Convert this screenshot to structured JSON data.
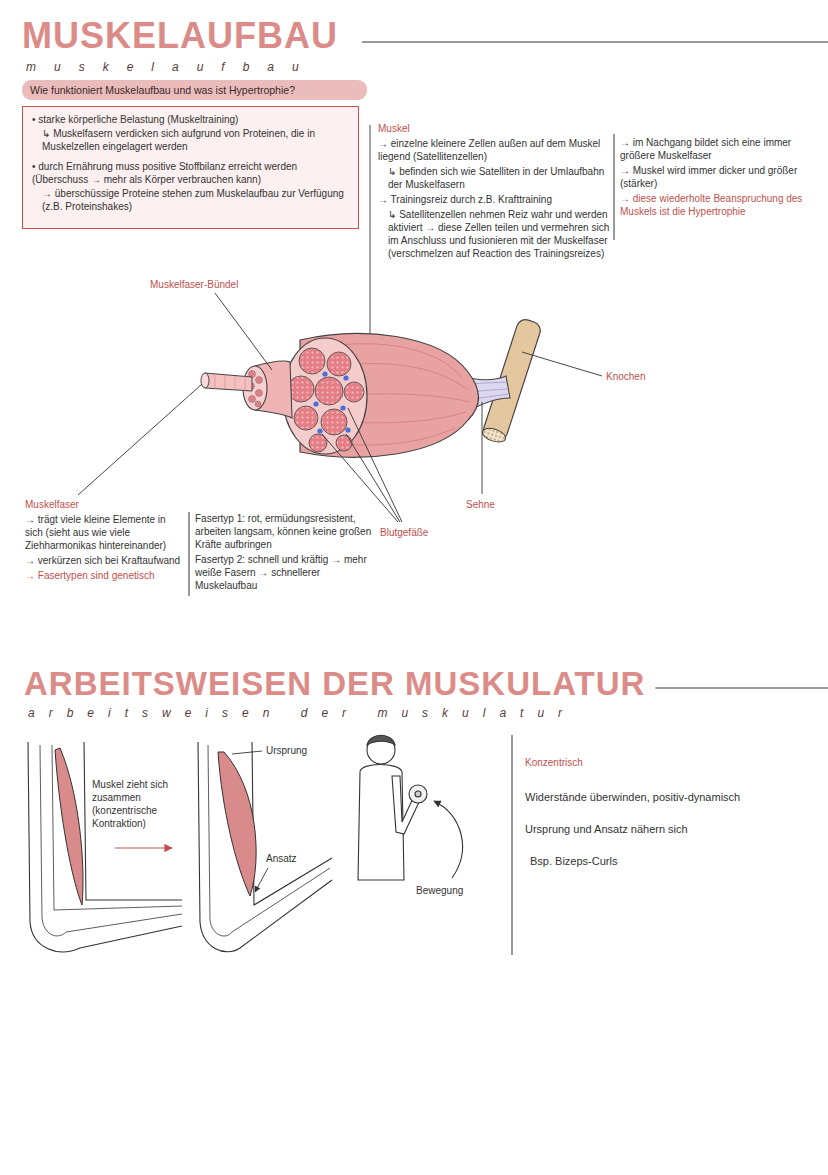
{
  "diagram": {
    "title": "MUSKELAUFBAU",
    "nodes": [
      {
        "text": [
          "Wie funktioniert Muskelaufbau und was ist Hypertrophie?"
        ]
      },
      {
        "text": [
          "• starke körperliche Belastung (Muskeltraining)",
          "↳ Muskelfasern verdicken sich aufgrund von Proteinen, die in Muskelzellen eingelagert werden",
          "• durch Ernährung muss positive Stoffbilanz erreicht werden (Überschuss → mehr als Körper verbrauchen kann)",
          "→ überschüssige Proteine stehen zum Muskelaufbau zur Verfügung (z.B. Proteinshakes)"
        ]
      }
    ],
    "labels": [
      "muskelaufbau",
      "Muskel",
      "→ einzelne kleinere Zellen außen auf dem Muskel liegend (Satellitenzellen)",
      "↳ befinden sich wie Satelliten in der Umlaufbahn der Muskelfasern",
      "→ Trainingsreiz durch z.B. Krafttraining",
      "↳ Satellitenzellen nehmen Reiz wahr und werden aktiviert → diese Zellen teilen und vermehren sich im Anschluss und fusionieren mit der Muskelfaser (verschmelzen auf Reaction des Trainingsreizes)",
      "→ im Nachgang bildet sich eine immer größere Muskelfaser",
      "→ Muskel wird immer dicker und größer (stärker)",
      "→ diese wiederholte Beanspruchung des Muskels ist die Hypertrophie",
      "Muskelfaser-Bündel",
      "Knochen",
      "Sehne",
      "Blutgefäße",
      "Muskelfaser",
      "→ trägt viele kleine Elemente in sich (sieht aus wie viele Ziehharmonikas hintereinander)",
      "→ verkürzen sich bei Kraftaufwand",
      "→ Fasertypen sind genetisch",
      "Fasertyp 1: rot, ermüdungsresistent, arbeiten langsam, können keine großen Kräfte aufbringen",
      "Fasertyp 2: schnell und kräftig → mehr weiße Fasern → schnellerer Muskelaufbau",
      "ARBEITSWEISEN DER MUSKULATUR",
      "arbeitsweisen der muskulatur",
      "Muskel zieht sich zusammen (konzentrische Kontraktion)",
      "Ursprung",
      "Ansatz",
      "Bewegung",
      "Konzentrisch",
      "Widerstände überwinden, positiv-dynamisch",
      "Ursprung und Ansatz nähern sich",
      "Bsp. Bizeps-Curls"
    ]
  }
}
